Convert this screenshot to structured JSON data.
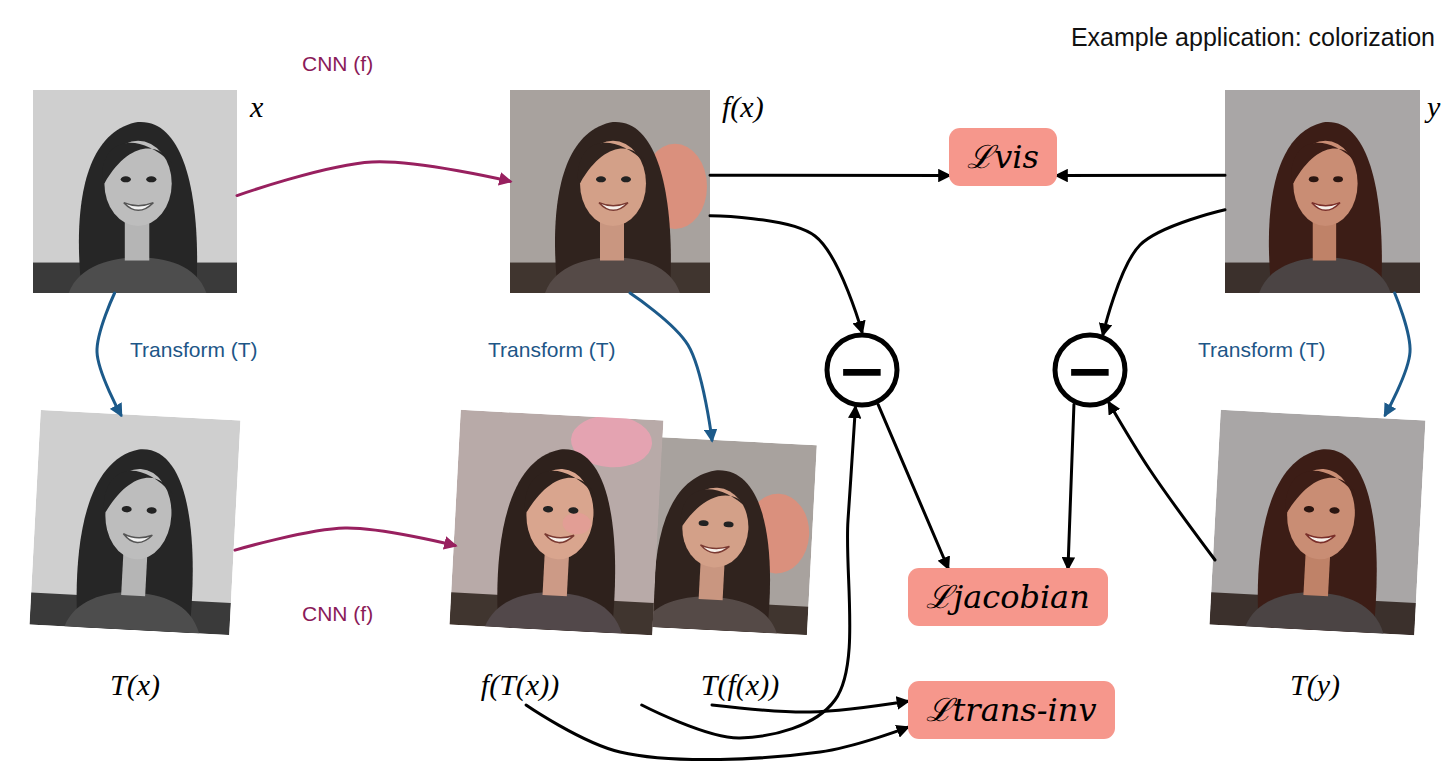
{
  "diagram": {
    "title": "Example application: colorization",
    "nodes": [
      {
        "text": [
          "x"
        ]
      },
      {
        "text": [
          "f(x)"
        ]
      },
      {
        "text": [
          "ℒvis"
        ]
      },
      {
        "text": [
          "y"
        ]
      },
      {
        "text": [
          "−"
        ]
      },
      {
        "text": [
          "−"
        ]
      },
      {
        "text": [
          "T(x)"
        ]
      },
      {
        "text": [
          "f(T(x))"
        ]
      },
      {
        "text": [
          "T(f(x))"
        ]
      },
      {
        "text": [
          "ℒjacobian"
        ]
      },
      {
        "text": [
          "T(y)"
        ]
      },
      {
        "text": [
          "ℒtrans-inv"
        ]
      }
    ],
    "edges": [
      {
        "from": 0,
        "to": 1,
        "label": "CNN (f)",
        "arrow": "to"
      },
      {
        "from": 1,
        "to": 2,
        "arrow": "to"
      },
      {
        "from": 3,
        "to": 2,
        "arrow": "to"
      },
      {
        "from": 0,
        "to": 6,
        "label": "Transform (T)",
        "arrow": "to"
      },
      {
        "from": 1,
        "to": 8,
        "label": "Transform (T)",
        "arrow": "to"
      },
      {
        "from": 3,
        "to": 10,
        "label": "Transform (T)",
        "arrow": "to"
      },
      {
        "from": 6,
        "to": 7,
        "label": "CNN (f)",
        "arrow": "to"
      },
      {
        "from": 1,
        "to": 4,
        "arrow": "to"
      },
      {
        "from": 7,
        "to": 4,
        "arrow": "to"
      },
      {
        "from": 3,
        "to": 5,
        "arrow": "to"
      },
      {
        "from": 10,
        "to": 5,
        "arrow": "to"
      },
      {
        "from": 4,
        "to": 9,
        "arrow": "to"
      },
      {
        "from": 5,
        "to": 9,
        "arrow": "to"
      },
      {
        "from": 7,
        "to": 11,
        "arrow": "to"
      },
      {
        "from": 8,
        "to": 11,
        "arrow": "to"
      }
    ]
  }
}
